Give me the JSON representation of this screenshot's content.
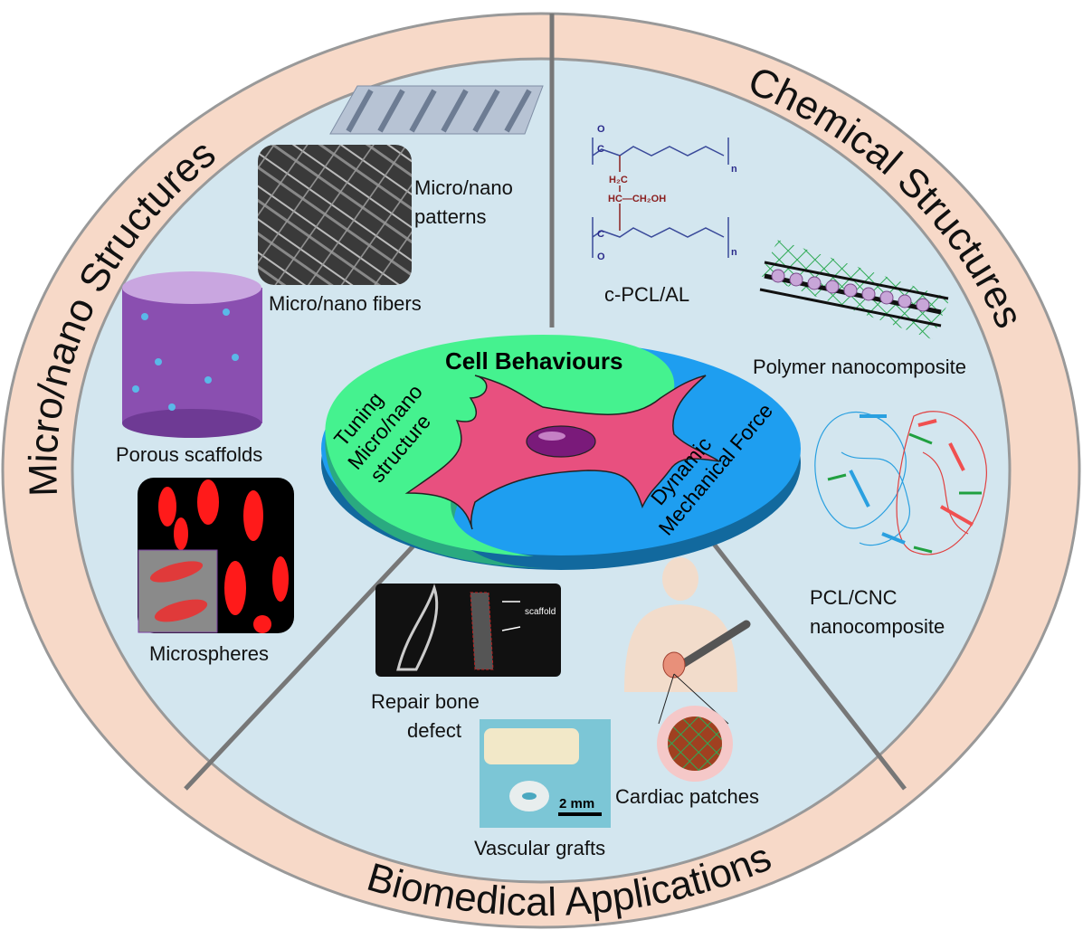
{
  "ring_titles": {
    "top_left": "Micro/nano  Structures",
    "top_right": "Chemical  Structures",
    "bottom": "Biomedical   Applications"
  },
  "center": {
    "title": "Cell Behaviours",
    "left_line1": "Tuning",
    "left_line2": "Micro/nano",
    "left_line3": "structure",
    "right_line1": "Dynamic",
    "right_line2": "Mechanical Force"
  },
  "panels": {
    "patterns_line1": "Micro/nano",
    "patterns_line2": "patterns",
    "fibers": "Micro/nano fibers",
    "porous": "Porous scaffolds",
    "microspheres": "Microspheres",
    "cpcl": "c-PCL/AL",
    "polymer": "Polymer nanocomposite",
    "pclcnc_line1": "PCL/CNC",
    "pclcnc_line2": "nanocomposite",
    "bone_line1": "Repair bone",
    "bone_line2": "defect",
    "bone_tag": "scaffold",
    "cardiac": "Cardiac patches",
    "vascular": "Vascular grafts",
    "scale_bar": "2 mm"
  },
  "chem": {
    "o": "O",
    "c": "C",
    "h2c": "H₂C",
    "hc": "HC—CH₂OH",
    "n": "n"
  },
  "colors": {
    "ring": "#f7d9c8",
    "inner": "#d3e6ef",
    "green": "#45f28f",
    "blue": "#1e9ef0",
    "cell": "#e8507f",
    "nucleus": "#7a1a7a"
  }
}
